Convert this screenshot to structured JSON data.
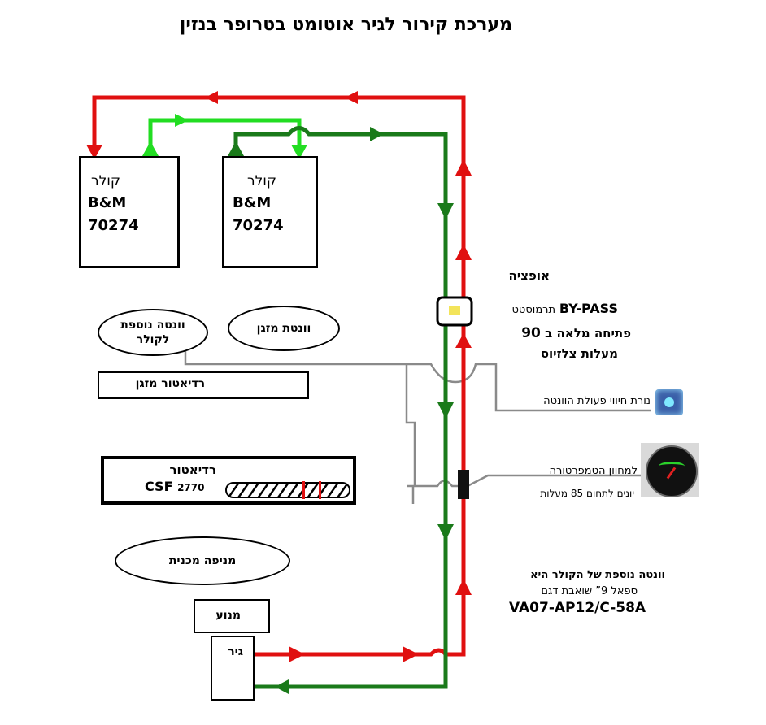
{
  "title": "מערכת קירור לגיר אוטומט בטרופר בנזין",
  "colors": {
    "red": "#e01010",
    "dark_green": "#1a7a1a",
    "light_green": "#22dd22",
    "gray": "#8a8a8a"
  },
  "coolers": [
    {
      "label": "קולר",
      "brand": "B&M",
      "model": "70274"
    },
    {
      "label": "קולר",
      "brand": "B&M",
      "model": "70274"
    }
  ],
  "fans": {
    "extra_fan": {
      "line1": "וונטה נוספת",
      "line2": "לקולר"
    },
    "ac_fan": "וונטת מזגן"
  },
  "ac_radiator": "רדיאטור מזגן",
  "csf_radiator": {
    "label": "רדיאטור",
    "model_name": "CSF",
    "model_number": "2770"
  },
  "mech_fan": "מניפה מכנית",
  "engine": "מנוע",
  "gear": "גיר",
  "thermostat_note": {
    "option": "אופציה",
    "bypass": "BY-PASS",
    "thermostat": "תרמוסטט",
    "opening_prefix": "פתיחה מלאה ב",
    "opening_value": "90",
    "degrees": "מעלות צלזיוס"
  },
  "fan_indicator": "נורת חיווי פעולת הוונטה",
  "gauge": {
    "line1": "למחוון הטמפרטורה",
    "line2_prefix": "יונים לתחום",
    "line2_value": "85",
    "line2_suffix": "מעלות"
  },
  "fan_spec": {
    "line1": "וונטה נוספת של הקולר היא",
    "line2": "ספאל 9” שואבת דגם",
    "model": "VA07-AP12/C-58A"
  }
}
